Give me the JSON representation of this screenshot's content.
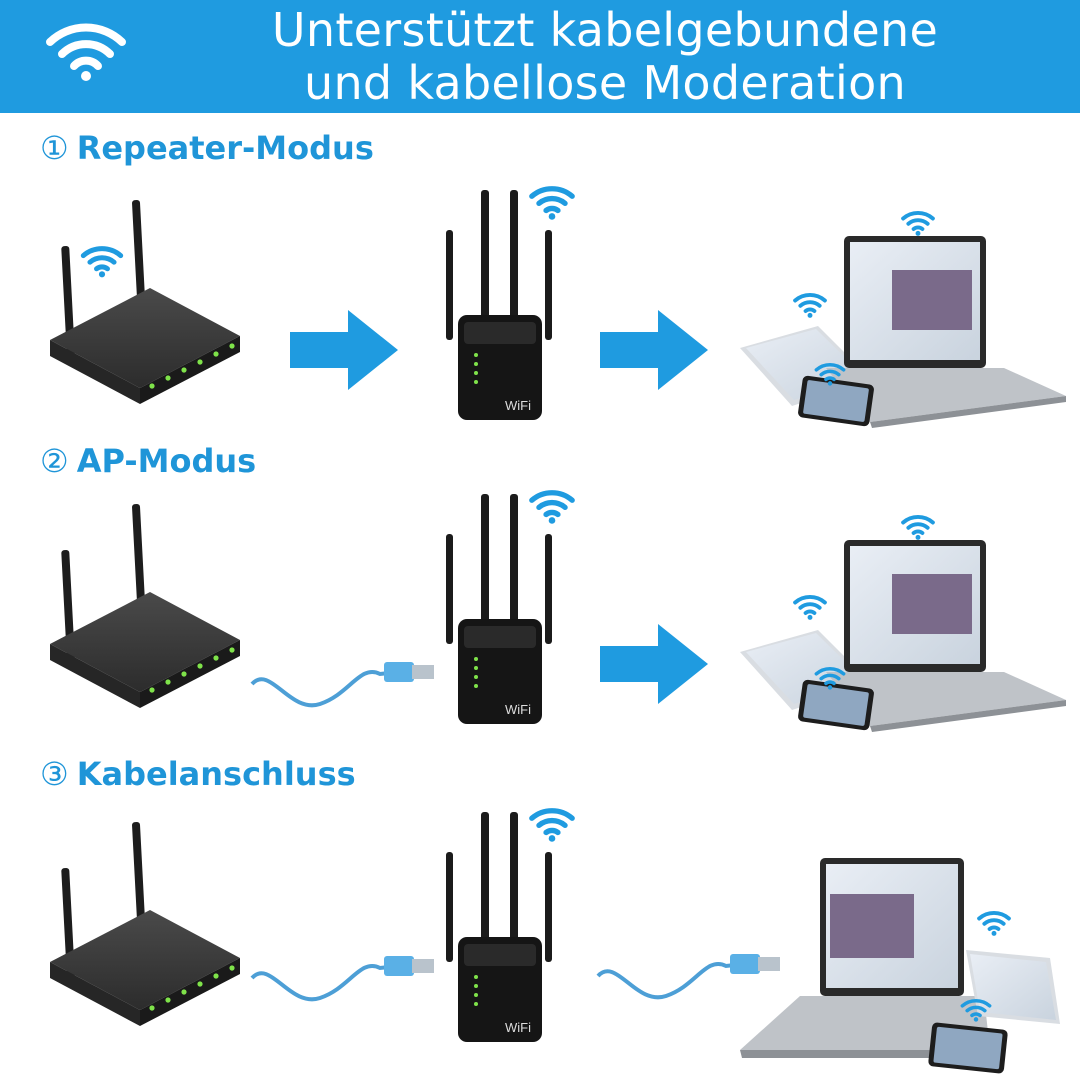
{
  "banner": {
    "line1": "Unterstützt kabelgebundene",
    "line2": "und kabellose Moderation",
    "icon": "wifi-icon"
  },
  "modes": [
    {
      "number": "①",
      "label": "Repeater-Modus",
      "link_router": "wireless",
      "link_clients": "wireless"
    },
    {
      "number": "②",
      "label": "AP-Modus",
      "link_router": "cable",
      "link_clients": "wireless"
    },
    {
      "number": "③",
      "label": "Kabelanschluss",
      "link_router": "cable",
      "link_clients": "cable"
    }
  ],
  "device": {
    "logo": "WiFi"
  },
  "colors": {
    "accent": "#1f9be0",
    "heading": "#1f95d8",
    "device": "#1b1b1b",
    "led": "#7fe34a"
  }
}
